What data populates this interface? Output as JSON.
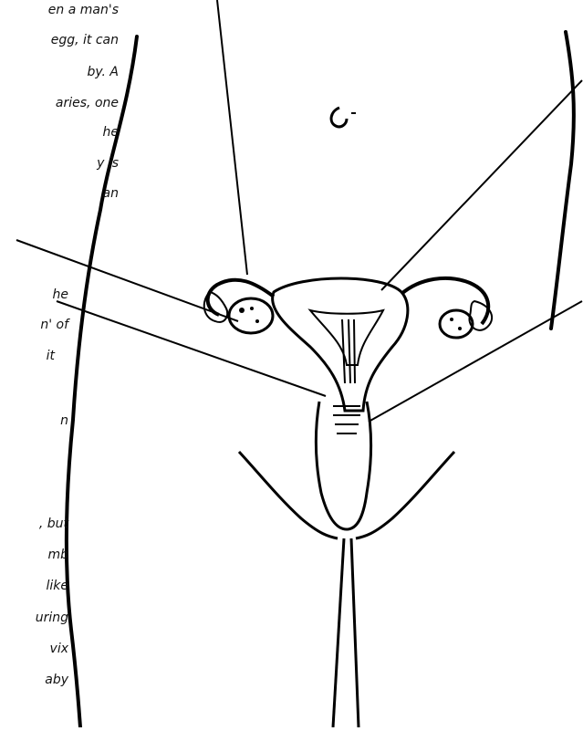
{
  "text_fragments": {
    "t1": "en a man's",
    "t2": "egg, it can",
    "t3": "by.  A",
    "t4": "aries, one",
    "t5": "he",
    "t6": "y is",
    "t7": "an",
    "t8": "he",
    "t9": "n' of",
    "t10": "it",
    "t11": "n",
    "t12": ", but",
    "t13": "mb",
    "t14": "like",
    "t15": "uring",
    "t16": "vix",
    "t17": "aby"
  },
  "colors": {
    "ink": "#000000",
    "page": "#ffffff"
  }
}
